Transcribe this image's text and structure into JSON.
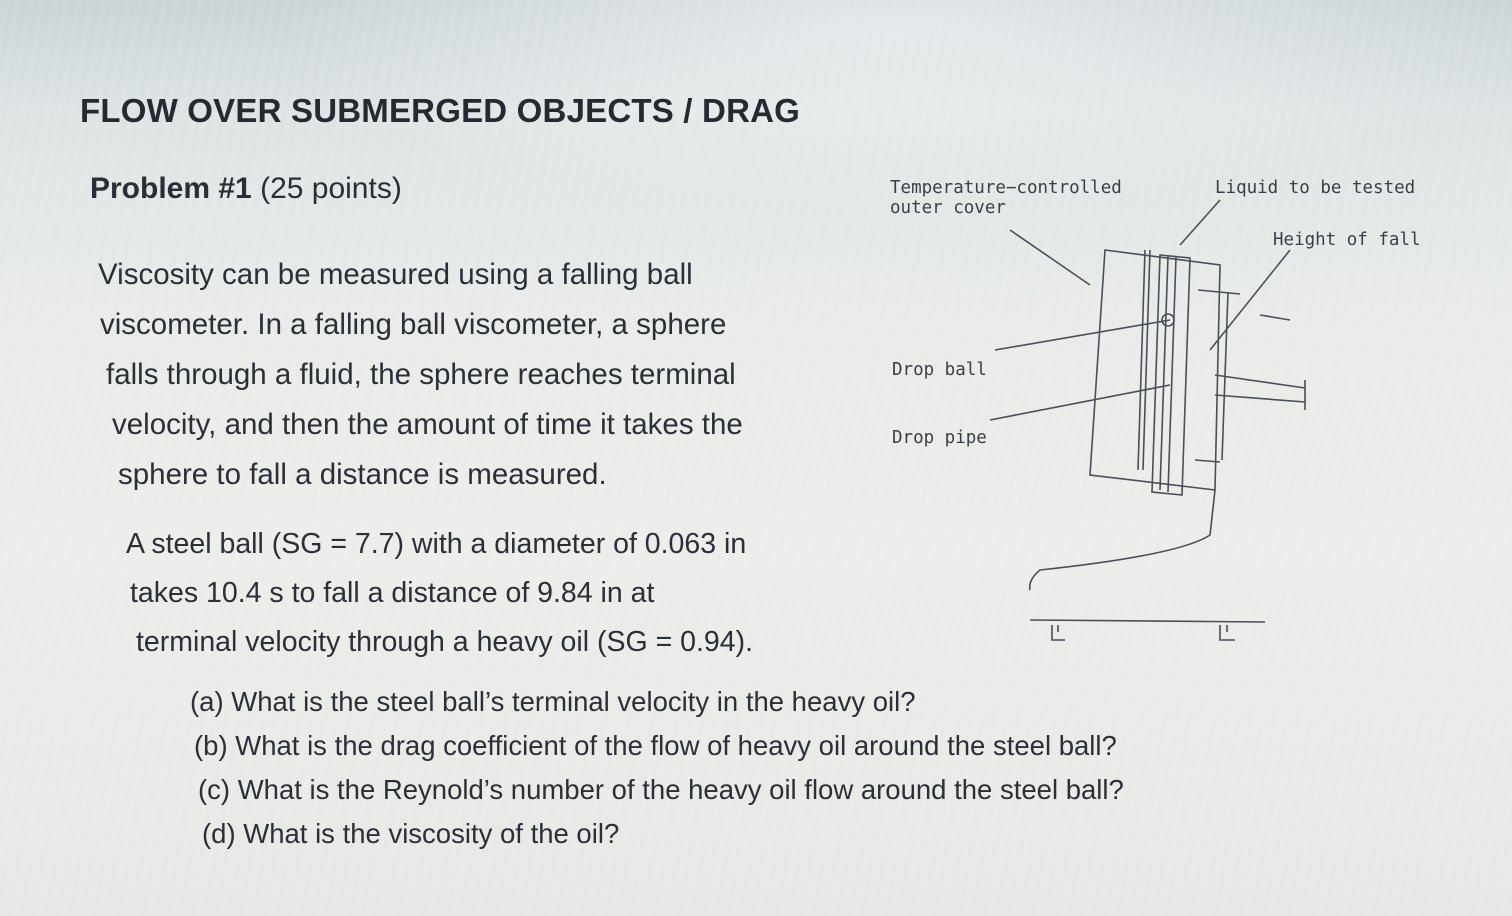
{
  "title": "FLOW OVER SUBMERGED OBJECTS / DRAG",
  "problem": {
    "label": "Problem #1",
    "points": "(25 points)"
  },
  "intro_lines": [
    "Viscosity can be measured using a falling ball",
    "viscometer.  In a falling ball viscometer, a sphere",
    "falls through a fluid, the sphere reaches terminal",
    "velocity, and then the amount of time it takes the",
    "sphere to fall a distance is measured."
  ],
  "given_lines": [
    "A steel ball (SG = 7.7) with a diameter of 0.063 in",
    "takes 10.4 s to fall a distance of 9.84 in at",
    "terminal velocity through a heavy oil (SG = 0.94)."
  ],
  "questions": [
    "(a) What is the steel ball’s terminal velocity in the heavy oil?",
    "(b) What is the drag coefficient of the flow of heavy oil around the steel ball?",
    "(c) What is the Reynold’s number of the heavy oil flow around the steel ball?",
    "(d) What is the viscosity of the oil?"
  ],
  "diagram": {
    "label_temp_line1": "Temperature−controlled",
    "label_temp_line2": "outer cover",
    "label_liquid": "Liquid to be tested",
    "label_height": "Height of fall",
    "label_drop_ball": "Drop ball",
    "label_drop_pipe": "Drop pipe"
  }
}
